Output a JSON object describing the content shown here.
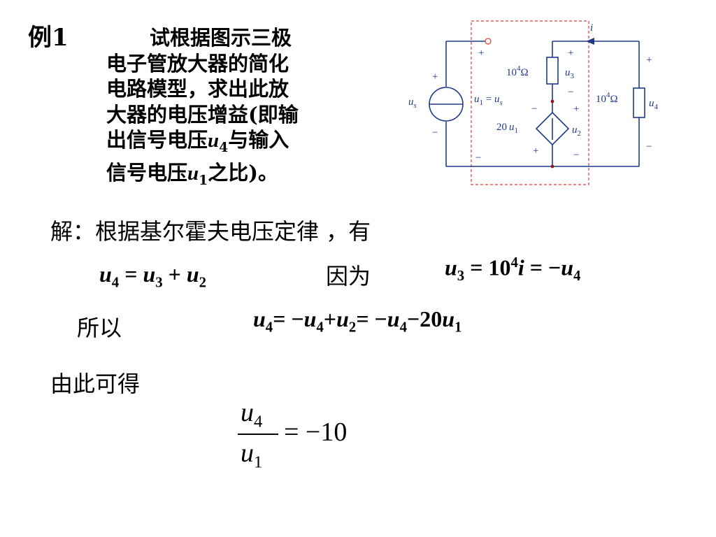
{
  "title": "例1",
  "problem": {
    "line1": "试根据图示三极",
    "line2": "电子管放大器的简化",
    "line3": "电路模型，求出此放",
    "line4": "大器的电压增益(即输",
    "line5_pre": "出信号电压",
    "line5_var": "u",
    "line5_sub": "4",
    "line5_post": "与输入",
    "line6_pre": "信号电压",
    "line6_var": "u",
    "line6_sub": "1",
    "line6_post": "之比)。"
  },
  "solution": {
    "intro": "解：根据基尔霍夫电压定律 ，有",
    "because": "因为",
    "so": "所以",
    "thus": "由此可得"
  },
  "equations": {
    "eq1": {
      "a": "u",
      "a_sub": "4",
      "op1": " = ",
      "b": "u",
      "b_sub": "3",
      "op2": " + ",
      "c": "u",
      "c_sub": "2"
    },
    "eq2": {
      "a": "u",
      "a_sub": "3",
      "mid": " = 10",
      "exp": "4",
      "i": "i",
      "end": " = −",
      "d": "u",
      "d_sub": "4"
    },
    "eq3": {
      "a": "u",
      "a_sub": "4",
      "p1": "= −",
      "b": "u",
      "b_sub": "4",
      "p2": "+",
      "c": "u",
      "c_sub": "2",
      "p3": "= −",
      "d": "u",
      "d_sub": "4",
      "p4": "−20",
      "e": "u",
      "e_sub": "1"
    },
    "fraction": {
      "num": "u",
      "num_sub": "4",
      "den": "u",
      "den_sub": "1",
      "rhs": "= −10"
    }
  },
  "circuit": {
    "current": "i",
    "source_var": "u",
    "source_sub": "s",
    "u1_label": "u",
    "u1_sub": "1",
    "u1_eq": " = ",
    "u1_rhs": "u",
    "u1_rhs_sub": "s",
    "r1_label": "10",
    "r1_exp": "4",
    "r1_unit": "Ω",
    "u3_label": "u",
    "u3_sub": "3",
    "dep_gain": "20",
    "dep_var": "u",
    "dep_sub": "1",
    "u2_label": "u",
    "u2_sub": "2",
    "r2_label": "10",
    "r2_exp": "4",
    "r2_unit": "Ω",
    "u4_label": "u",
    "u4_sub": "4",
    "plus": "+",
    "minus": "−"
  },
  "colors": {
    "wire": "#1f3a8a",
    "box": "#e53935",
    "arrow": "#1f3a8a",
    "node": "#8b1a1a"
  }
}
